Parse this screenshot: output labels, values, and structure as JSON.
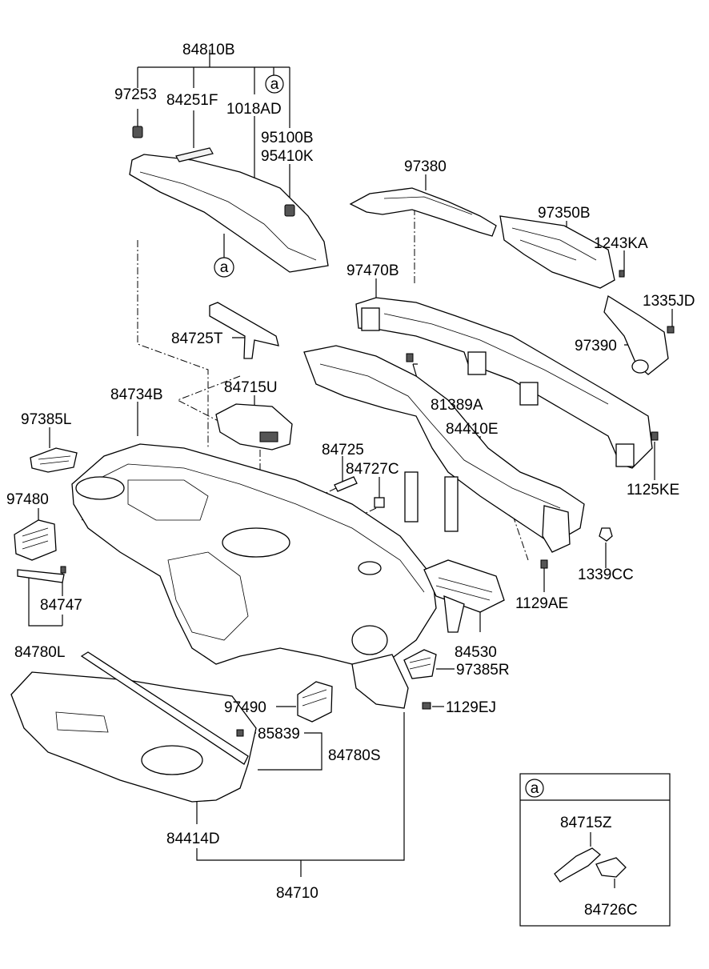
{
  "callouts": {
    "c84810B": "84810B",
    "c97253": "97253",
    "c84251F": "84251F",
    "c1018AD": "1018AD",
    "c95100B": "95100B",
    "c95410K": "95410K",
    "c97380": "97380",
    "c97350B": "97350B",
    "c1243KA": "1243KA",
    "c97470B": "97470B",
    "c1335JD": "1335JD",
    "c97390": "97390",
    "c84725T": "84725T",
    "c81389A": "81389A",
    "c84734B": "84734B",
    "c84715U": "84715U",
    "c84410E": "84410E",
    "c97385L": "97385L",
    "c1125KE": "1125KE",
    "c84725": "84725",
    "c84727C": "84727C",
    "c97480": "97480",
    "c1339CC": "1339CC",
    "c84747": "84747",
    "c1129AE": "1129AE",
    "c84780L": "84780L",
    "c84530": "84530",
    "c97385R": "97385R",
    "c97490": "97490",
    "c1129EJ": "1129EJ",
    "c85839": "85839",
    "c84780S": "84780S",
    "c84414D": "84414D",
    "c84710": "84710",
    "c84715Z": "84715Z",
    "c84726C": "84726C"
  },
  "detail_marker": "a"
}
